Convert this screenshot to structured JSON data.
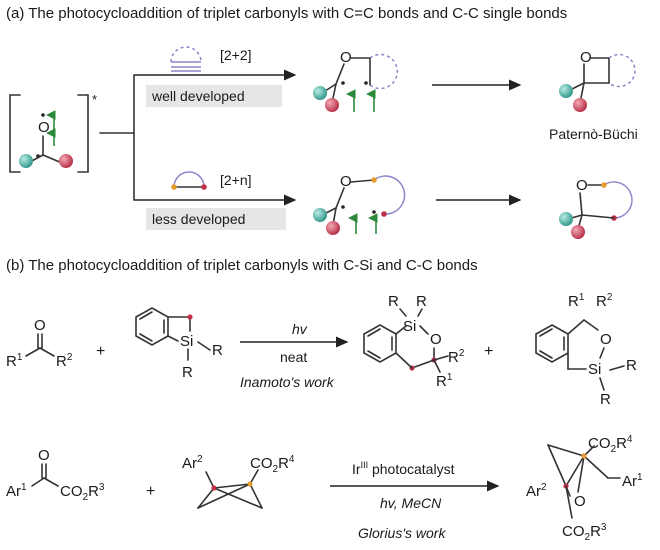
{
  "section_a": {
    "title": "(a) The photocycloaddition of triplet carbonyls with C=C bonds and C-C single bonds",
    "excited_star": "*",
    "atom_o": "O",
    "upper": {
      "bracket_label": "[2+2]",
      "box_label": "well developed",
      "product_name": "Paternò-Büchi"
    },
    "lower": {
      "bracket_label": "[2+n]",
      "box_label": "less developed"
    }
  },
  "section_b": {
    "title": "(b) The photocycloaddition of triplet carbonyls with C-Si and C-C bonds",
    "rxn1": {
      "ketone_o": "O",
      "r1": "R",
      "r1_sup": "1",
      "r2": "R",
      "r2_sup": "2",
      "plus1": "+",
      "si": "Si",
      "si_r1": "R",
      "si_r2": "R",
      "cond_top": "hv",
      "cond_bottom": "neat",
      "credit": "Inamoto's work",
      "p1_r_a": "R",
      "p1_r_b": "R",
      "p1_si": "Si",
      "p1_o": "O",
      "p1_r2": "R",
      "p1_r2_sup": "2",
      "p1_r1": "R",
      "p1_r1_sup": "1",
      "plus2": "+",
      "p2_r1": "R",
      "p2_r1_sup": "1",
      "p2_r2": "R",
      "p2_r2_sup": "2",
      "p2_o": "O",
      "p2_si": "Si",
      "p2_r_a": "R",
      "p2_r_b": "R"
    },
    "rxn2": {
      "ketone_o": "O",
      "ar1": "Ar",
      "ar1_sup": "1",
      "co2r3": "CO",
      "co2r3_sub": "2",
      "co2r3_r": "R",
      "co2r3_sup": "3",
      "plus": "+",
      "ar2": "Ar",
      "ar2_sup": "2",
      "co2r4": "CO",
      "co2r4_sub": "2",
      "co2r4_r": "R",
      "co2r4_sup": "4",
      "cat": "Ir",
      "cat_sup": "III",
      "cat_rest": " photocatalyst",
      "cond_bottom": "hv, MeCN",
      "credit": "Glorius's work",
      "p_co2r4": "CO",
      "p_co2r4_sub": "2",
      "p_co2r4_r": "R",
      "p_co2r4_sup": "4",
      "p_ar2": "Ar",
      "p_ar2_sup": "2",
      "p_o": "O",
      "p_ar1": "Ar",
      "p_ar1_sup": "1",
      "p_co2r3": "CO",
      "p_co2r3_sub": "2",
      "p_co2r3_r": "R",
      "p_co2r3_sup": "3"
    }
  },
  "colors": {
    "teal": "#3aa59a",
    "red": "#c0304a",
    "orange": "#e39a2e",
    "purple": "#8c86c9",
    "green": "#2a8a3a",
    "box": "#e6e6e6"
  }
}
